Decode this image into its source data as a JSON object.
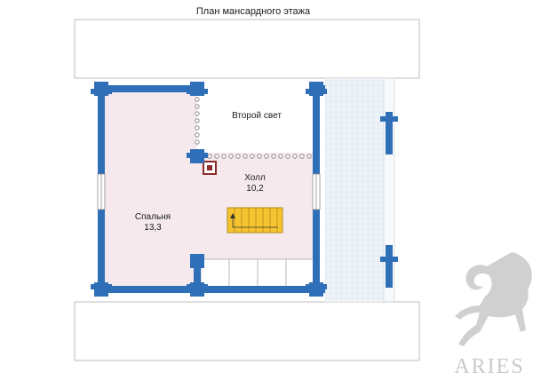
{
  "plan": {
    "title": "План мансардного этажа",
    "rooms": {
      "second_light": "Второй свет",
      "hall_name": "Холл",
      "hall_area": "10,2",
      "bedroom_name": "Спальня",
      "bedroom_area": "13,3"
    }
  },
  "logo": {
    "text": "ARIES",
    "icon": "ram-icon"
  },
  "colors": {
    "wall": "#2f6fb8",
    "room_fill": "#f5e9ee",
    "stair": "#f6c431",
    "grid_area": "#eef2f6"
  }
}
